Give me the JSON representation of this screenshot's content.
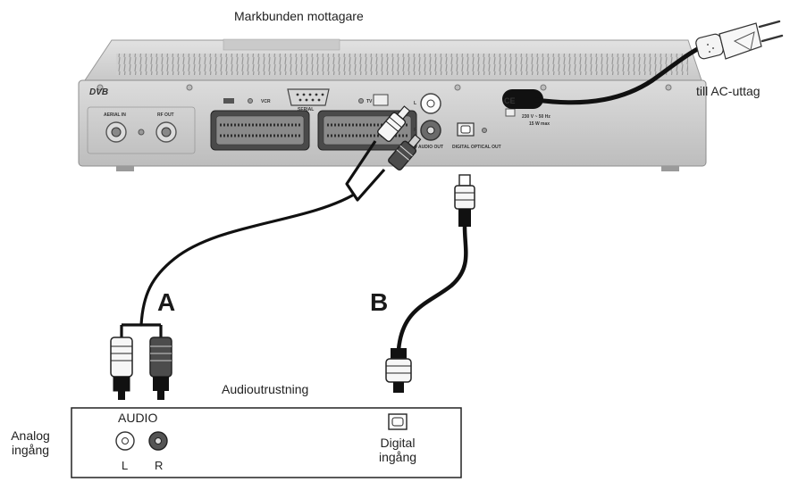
{
  "title": "Markbunden mottagare",
  "ac_outlet_label": "till AC-uttag",
  "label_a": "A",
  "label_b": "B",
  "equipment_title": "Audioutrustning",
  "audio_label": "AUDIO",
  "left_label": "L",
  "right_label": "R",
  "analog_input_line1": "Analog",
  "analog_input_line2": "ingång",
  "digital_input_line1": "Digital",
  "digital_input_line2": "ingång",
  "panel": {
    "brand": "DVB",
    "aerial_in": "AERIAL IN",
    "rf_out": "RF OUT",
    "vcr": "VCR",
    "serial": "SERIAL",
    "tv": "TV",
    "l": "L",
    "r": "R",
    "audio_out": "AUDIO OUT",
    "digital_optical_out": "DIGITAL OPTICAL OUT",
    "ce": "CE",
    "power_spec_1": "230 V ~ 50 Hz",
    "power_spec_2": "15 W max"
  }
}
